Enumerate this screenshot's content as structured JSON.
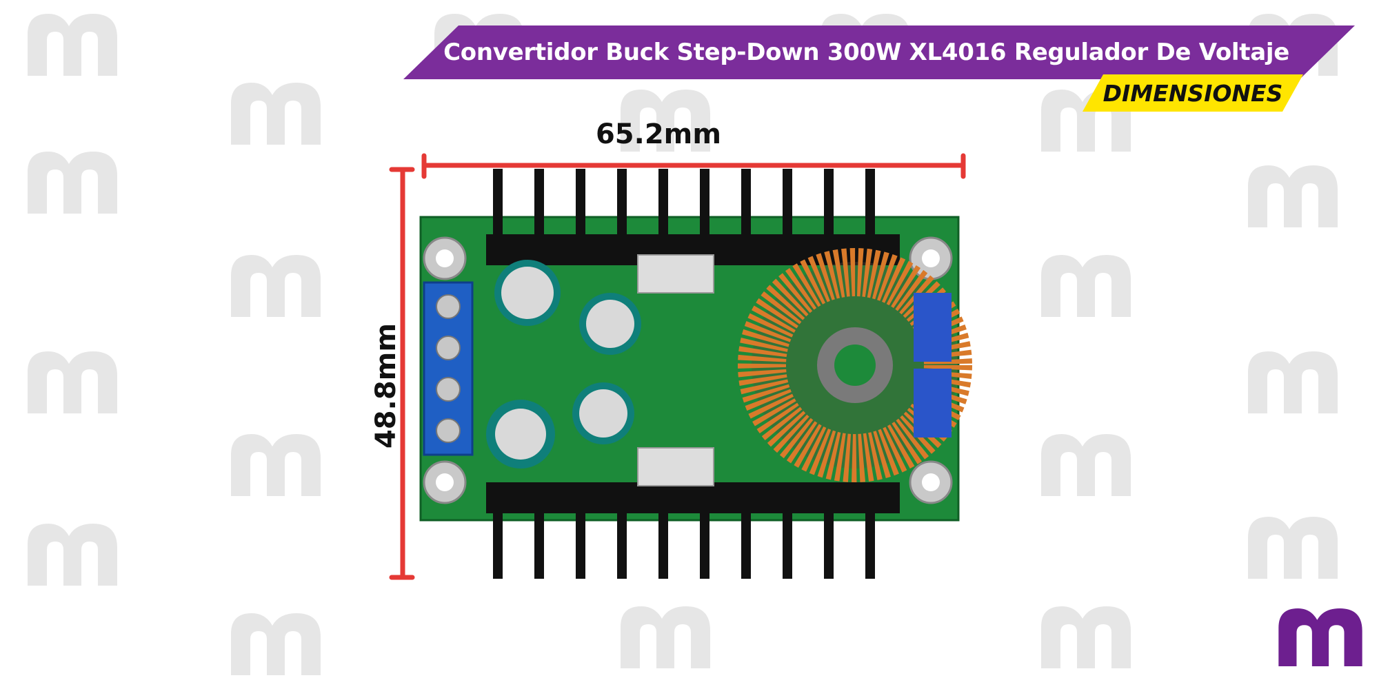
{
  "header": {
    "title": "Convertidor Buck Step-Down 300W XL4016 Regulador De Voltaje",
    "subtitle": "DIMENSIONES"
  },
  "dimensions": {
    "width_label": "65.2mm",
    "height_label": "48.8mm"
  },
  "colors": {
    "banner": "#7b2d9b",
    "tag": "#ffe500",
    "measure_line": "#e53935",
    "pcb": "#1d8a3a",
    "watermark": "#e6e6e6"
  },
  "icons": [
    "brand-m-watermark",
    "brand-m-logo",
    "pcb-product-photo"
  ]
}
